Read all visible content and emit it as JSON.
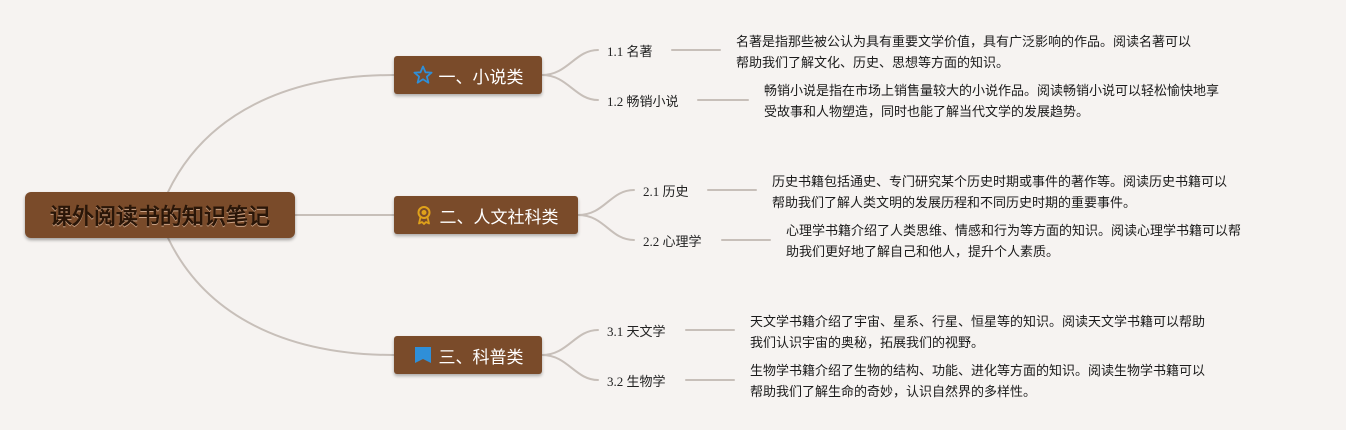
{
  "root": {
    "title": "课外阅读书的知识笔记"
  },
  "categories": [
    {
      "label": "一、小说类",
      "icon": "star-icon",
      "items": [
        {
          "num": "1.1",
          "name": "名著",
          "desc": [
            "名著是指那些被公认为具有重要文学价值，具有广泛影响的作品。阅读名著可以",
            "帮助我们了解文化、历史、思想等方面的知识。"
          ]
        },
        {
          "num": "1.2",
          "name": "畅销小说",
          "desc": [
            "畅销小说是指在市场上销售量较大的小说作品。阅读畅销小说可以轻松愉快地享",
            "受故事和人物塑造，同时也能了解当代文学的发展趋势。"
          ]
        }
      ]
    },
    {
      "label": "二、人文社科类",
      "icon": "award-icon",
      "items": [
        {
          "num": "2.1",
          "name": "历史",
          "desc": [
            "历史书籍包括通史、专门研究某个历史时期或事件的著作等。阅读历史书籍可以",
            "帮助我们了解人类文明的发展历程和不同历史时期的重要事件。"
          ]
        },
        {
          "num": "2.2",
          "name": "心理学",
          "desc": [
            "心理学书籍介绍了人类思维、情感和行为等方面的知识。阅读心理学书籍可以帮",
            "助我们更好地了解自己和他人，提升个人素质。"
          ]
        }
      ]
    },
    {
      "label": "三、科普类",
      "icon": "flag-icon",
      "items": [
        {
          "num": "3.1",
          "name": "天文学",
          "desc": [
            "天文学书籍介绍了宇宙、星系、行星、恒星等的知识。阅读天文学书籍可以帮助",
            "我们认识宇宙的奥秘，拓展我们的视野。"
          ]
        },
        {
          "num": "3.2",
          "name": "生物学",
          "desc": [
            "生物学书籍介绍了生物的结构、功能、进化等方面的知识。阅读生物学书籍可以",
            "帮助我们了解生命的奇妙，认识自然界的多样性。"
          ]
        }
      ]
    }
  ],
  "colors": {
    "node": "#7a4b2a",
    "line": "#c7bfb9",
    "star": "#2f8fd8",
    "award": "#e0a21a",
    "flag": "#2f8fd8"
  }
}
